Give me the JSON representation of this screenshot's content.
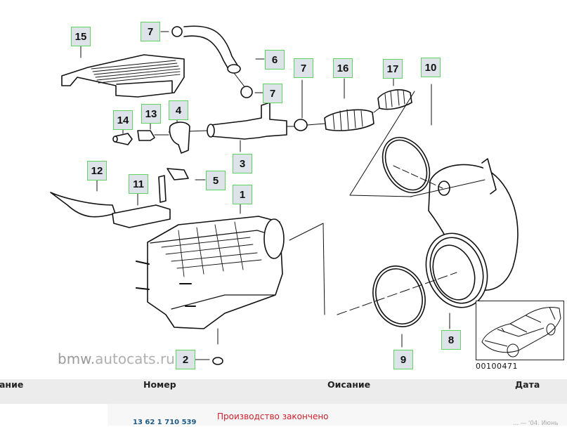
{
  "diagram": {
    "watermark": {
      "prefix": "bmw.",
      "brand": "autocats.ru"
    },
    "thumbnail_id": "00100471",
    "callouts": [
      {
        "id": "c15",
        "label": "15"
      },
      {
        "id": "c7a",
        "label": "7"
      },
      {
        "id": "c6",
        "label": "6"
      },
      {
        "id": "c7b",
        "label": "7"
      },
      {
        "id": "c7c",
        "label": "7"
      },
      {
        "id": "c16",
        "label": "16"
      },
      {
        "id": "c17",
        "label": "17"
      },
      {
        "id": "c10",
        "label": "10"
      },
      {
        "id": "c14",
        "label": "14"
      },
      {
        "id": "c13",
        "label": "13"
      },
      {
        "id": "c4",
        "label": "4"
      },
      {
        "id": "c3",
        "label": "3"
      },
      {
        "id": "c12",
        "label": "12"
      },
      {
        "id": "c11",
        "label": "11"
      },
      {
        "id": "c5",
        "label": "5"
      },
      {
        "id": "c1",
        "label": "1"
      },
      {
        "id": "c2",
        "label": "2"
      },
      {
        "id": "c9",
        "label": "9"
      },
      {
        "id": "c8",
        "label": "8"
      }
    ],
    "colors": {
      "callout_border": "#5fd35f",
      "callout_fill": "#dde3e8",
      "line": "#111111"
    }
  },
  "table": {
    "headers": [
      "ание",
      "Номер",
      "Оисание",
      "Дата"
    ],
    "rows": [
      {
        "number": "13 62 1 710 539",
        "description": "Производство закончено",
        "date": "... — '04. Июнь"
      }
    ],
    "colors": {
      "header_bg": "#ececec",
      "number": "#1e5b86",
      "description": "#cc1f2a",
      "date": "#aaaaaa"
    }
  }
}
